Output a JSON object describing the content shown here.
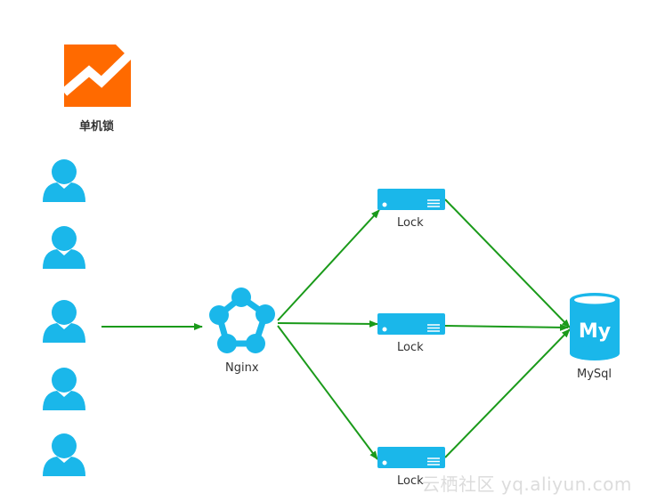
{
  "title": "单机锁",
  "nodes": {
    "proxy": "Nginx",
    "locks": [
      "Lock",
      "Lock",
      "Lock"
    ],
    "database": "MySql",
    "database_logo_text": "My"
  },
  "watermark": "云栖社区 yq.aliyun.com",
  "colors": {
    "icon_blue": "#1ab7ea",
    "arrow_green": "#1a9a1a",
    "chart_logo_orange": "#ff6a00"
  },
  "icons": {
    "logo": "rising-chart-icon",
    "user": "user-icon",
    "proxy": "network-nodes-icon",
    "server": "server-icon",
    "database": "database-icon"
  }
}
